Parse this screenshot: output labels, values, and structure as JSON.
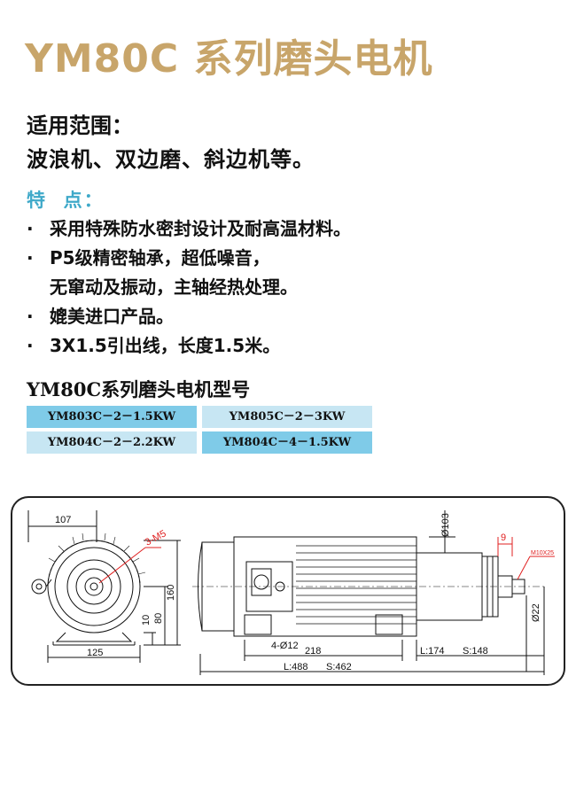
{
  "title": "YM80C 系列磨头电机",
  "scope": {
    "label": "适用范围：",
    "text": "波浪机、双边磨、斜边机等。"
  },
  "features": {
    "label": "特  点：",
    "items": [
      "采用特殊防水密封设计及耐高温材料。",
      "P5级精密轴承，超低噪音，",
      "无窜动及振动，主轴经热处理。",
      "媲美进口产品。",
      "3X1.5引出线，长度1.5米。"
    ]
  },
  "models": {
    "title": "YM80C系列磨头电机型号",
    "list": [
      "YM803C－2－1.5KW",
      "YM805C－2－3KW",
      "YM804C－2－2.2KW",
      "YM804C－4－1.5KW"
    ]
  },
  "drawing": {
    "front": {
      "width_top": "107",
      "mount": "3-M5",
      "height_total": "160",
      "d80": "80",
      "d10": "10",
      "base": "125"
    },
    "side": {
      "dia": "Ø103",
      "step": "9",
      "thread": "M10X25",
      "shaft": "Ø22",
      "holes": "4-Ø12",
      "d218": "218",
      "l174": "L:174",
      "s148": "S:148",
      "l488": "L:488",
      "s462": "S:462"
    },
    "colors": {
      "line": "#111111",
      "dimension": "#e02020"
    }
  }
}
